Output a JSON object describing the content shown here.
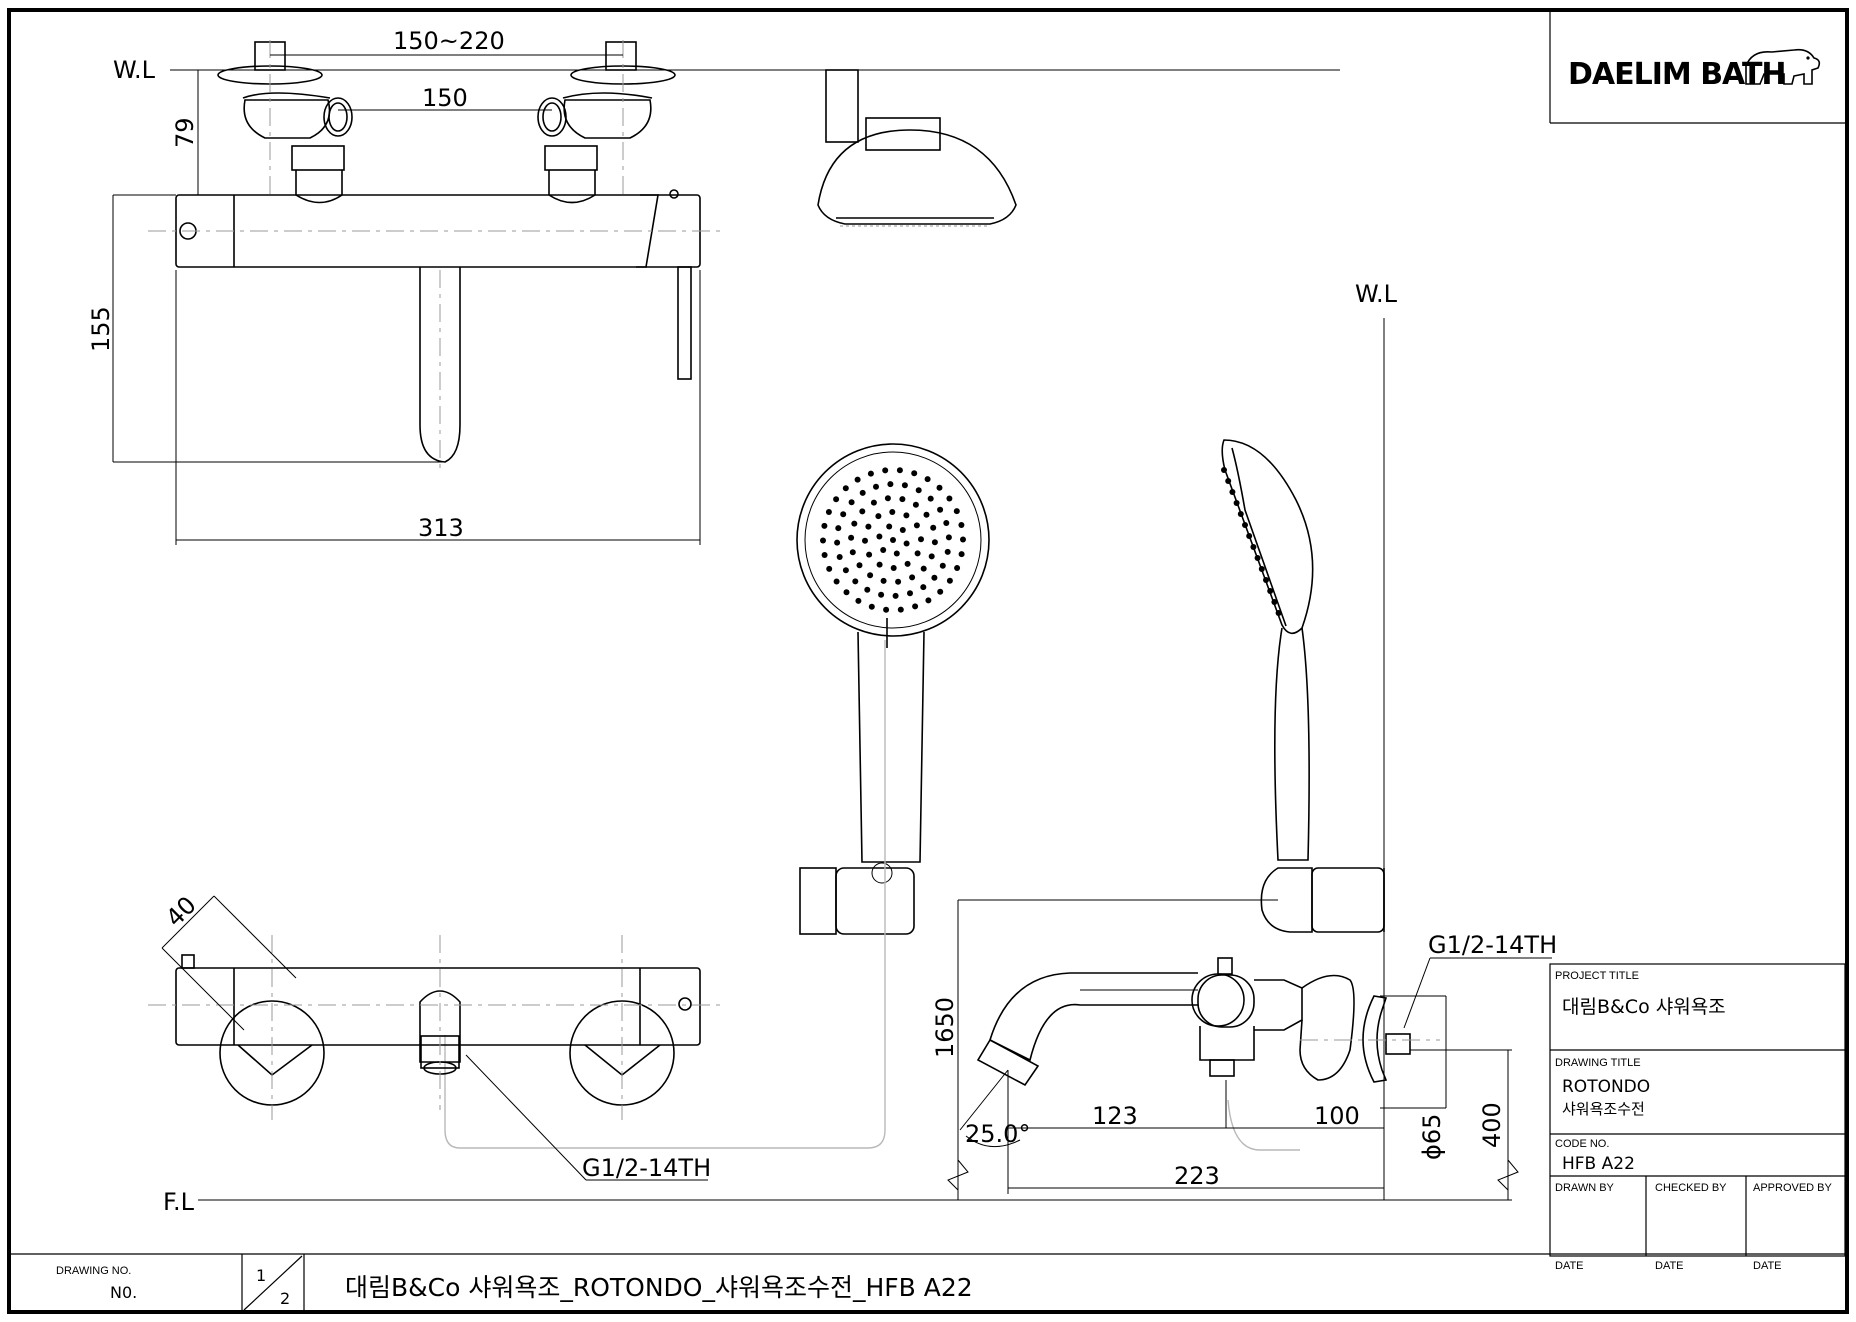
{
  "logo": {
    "text": "DAELIM BATH"
  },
  "title_block": {
    "project_title_label": "PROJECT TITLE",
    "project_title": "대림B&Co 샤워욕조",
    "drawing_title_label": "DRAWING TITLE",
    "drawing_title_line1": "ROTONDO",
    "drawing_title_line2": "샤워욕조수전",
    "code_no_label": "CODE NO.",
    "code_no": "HFB A22",
    "drawn_by_label": "DRAWN BY",
    "checked_by_label": "CHECKED BY",
    "approved_by_label": "APPROVED BY",
    "date_label": "DATE"
  },
  "bottom_strip": {
    "drawing_no_label": "DRAWING NO.",
    "drawing_no": "N0.",
    "sheet_current": "1",
    "sheet_total": "2",
    "drawing_name": "대림B&Co 샤워욕조_ROTONDO_샤워욕조수전_HFB A22"
  },
  "reference_lines": {
    "wall_line_top": "W.L",
    "wall_line_side": "W.L",
    "floor_line": "F.L"
  },
  "dimensions": {
    "inlet_spacing_range": "150~220",
    "inlet_spacing": "150",
    "wall_offset": "79",
    "body_height": "155",
    "body_length": "313",
    "body_depth": "40",
    "outlet_thread_front": "G1/2-14TH",
    "outlet_thread_side": "G1/2-14TH",
    "install_height": "1650",
    "spout_angle": "25.0°",
    "spout_length": "123",
    "body_projection": "100",
    "total_projection": "223",
    "flange_diameter": "ϕ65",
    "floor_height": "400"
  }
}
